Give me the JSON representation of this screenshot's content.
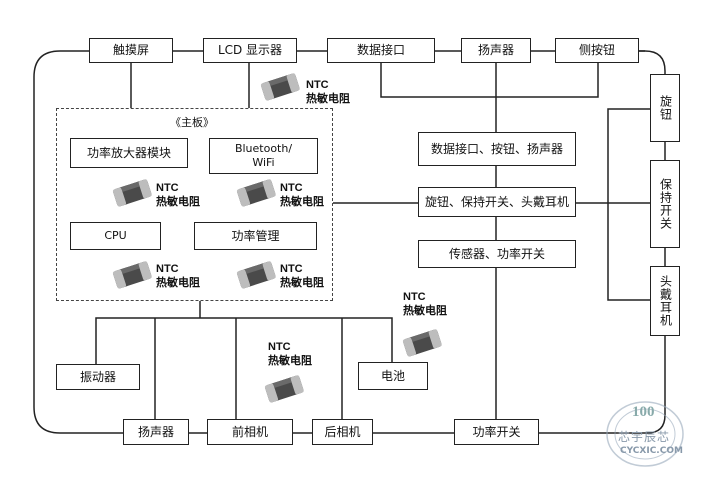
{
  "top_row": {
    "touchscreen": "触摸屏",
    "lcd": "LCD 显示器",
    "data_port": "数据接口",
    "speaker": "扬声器",
    "side_button": "侧按钮"
  },
  "mainboard": {
    "title": "《主板》",
    "power_amp": "功率放大器模块",
    "bluetooth": "Bluetooth/\nWiFi",
    "cpu": "CPU",
    "power_mgmt": "功率管理"
  },
  "middle": {
    "ports_buttons_speaker": "数据接口、按钮、扬声器",
    "knob_hold_headphone": "旋钮、保持开关、头戴耳机",
    "sensor_power": "传感器、功率开关"
  },
  "right_column": {
    "knob": "旋钮",
    "hold_switch": "保持开关",
    "headphone": "头戴耳机"
  },
  "lower": {
    "vibrator": "振动器",
    "battery": "电池"
  },
  "bottom_row": {
    "speaker": "扬声器",
    "front_camera": "前相机",
    "rear_camera": "后相机",
    "power_switch": "功率开关"
  },
  "ntc_label": {
    "line1": "NTC",
    "line2": "热敏电阻"
  },
  "watermark": {
    "number": "100",
    "name": "芯宇辰芯",
    "url": "CYCXIC.COM"
  }
}
